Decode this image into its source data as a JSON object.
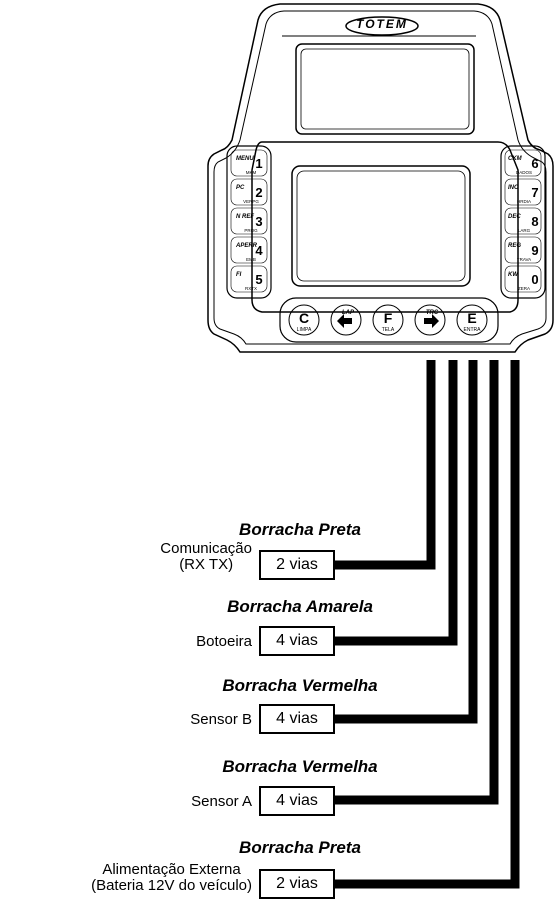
{
  "device": {
    "brand": "TOTEM",
    "left_keys": [
      {
        "top": "MENU",
        "num": "1",
        "sub": "MKM"
      },
      {
        "top": "PC",
        "num": "2",
        "sub": "VERPG"
      },
      {
        "top": "N REF",
        "num": "3",
        "sub": "PROG"
      },
      {
        "top": "APERR",
        "num": "4",
        "sub": "EMB"
      },
      {
        "top": "FI",
        "num": "5",
        "sub": "RXTX"
      }
    ],
    "right_keys": [
      {
        "top": "CKM",
        "num": "6",
        "sub": "DADOS"
      },
      {
        "top": "INC",
        "num": "7",
        "sub": "HRDIA"
      },
      {
        "top": "DEC",
        "num": "8",
        "sub": "LARG"
      },
      {
        "top": "REG",
        "num": "9",
        "sub": "TRAVA"
      },
      {
        "top": "KW",
        "num": "0",
        "sub": "ZERA"
      }
    ],
    "bottom_keys": [
      {
        "main": "C",
        "sub": "LIMPA"
      },
      {
        "main": "",
        "sub": "LAP"
      },
      {
        "main": "F",
        "sub": "TELA"
      },
      {
        "main": "",
        "sub": "TRC"
      },
      {
        "main": "E",
        "sub": "ENTRA"
      }
    ]
  },
  "cables": [
    {
      "rubber": "Borracha Preta",
      "function_lines": [
        "Comunicação",
        "(RX TX)"
      ],
      "ways": "2 vias"
    },
    {
      "rubber": "Borracha Amarela",
      "function_lines": [
        "Botoeira"
      ],
      "ways": "4 vias"
    },
    {
      "rubber": "Borracha Vermelha",
      "function_lines": [
        "Sensor B"
      ],
      "ways": "4 vias"
    },
    {
      "rubber": "Borracha Vermelha",
      "function_lines": [
        "Sensor A"
      ],
      "ways": "4 vias"
    },
    {
      "rubber": "Borracha Preta",
      "function_lines": [
        "Alimentação Externa",
        "(Bateria 12V do veículo)"
      ],
      "ways": "2 vias"
    }
  ],
  "colors": {
    "line": "#000000",
    "background": "#ffffff"
  }
}
